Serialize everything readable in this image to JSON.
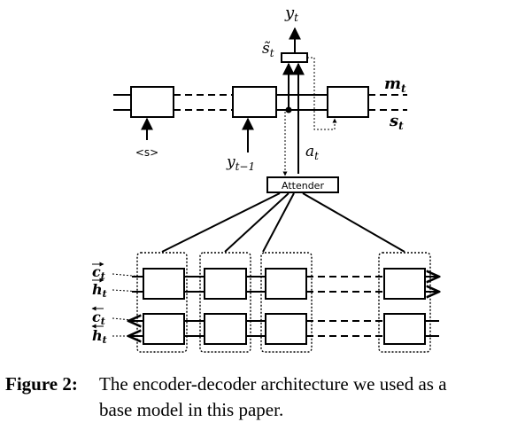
{
  "diagram": {
    "labels": {
      "y_t": "y",
      "y_t_sub": "t",
      "s_tilde": "s̃",
      "s_tilde_sub": "t",
      "m_t": "m",
      "m_t_sub": "t",
      "s_t": "s",
      "s_t_sub": "t",
      "start_token": "<s>",
      "y_prev": "y",
      "y_prev_sub": "t−1",
      "a_t": "a",
      "a_t_sub": "t",
      "attender": "Attender",
      "c_fwd": "c",
      "c_fwd_sub": "t",
      "h_fwd": "h",
      "h_fwd_sub": "t",
      "c_bwd": "c",
      "c_bwd_sub": "t",
      "h_bwd": "h",
      "h_bwd_sub": "t"
    }
  },
  "caption": {
    "label": "Figure 2:",
    "line1": "The encoder-decoder architecture we used as a",
    "line2": "base model in this paper."
  }
}
